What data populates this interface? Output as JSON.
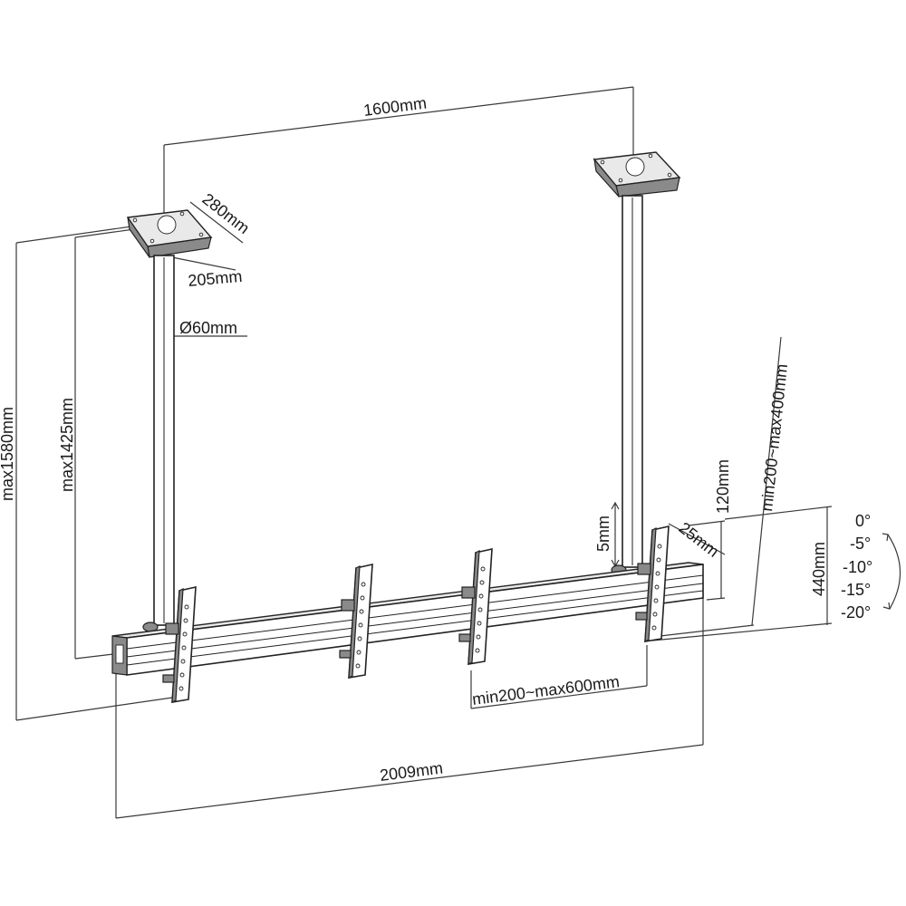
{
  "dimensions": {
    "pole_spacing": "1600mm",
    "plate_depth": "280mm",
    "plate_width": "205mm",
    "pole_diameter": "Ø60mm",
    "max_height_total": "max1580mm",
    "max_height_pole": "max1425mm",
    "adjust_5mm": "5mm",
    "offset_25mm": "25mm",
    "offset_120mm": "120mm",
    "bracket_height": "440mm",
    "vesa_vertical": "min200~max400mm",
    "vesa_horizontal": "min200~max600mm",
    "rail_length": "2009mm"
  },
  "tilt_angles": [
    "0°",
    "-5°",
    "-10°",
    "-15°",
    "-20°"
  ]
}
